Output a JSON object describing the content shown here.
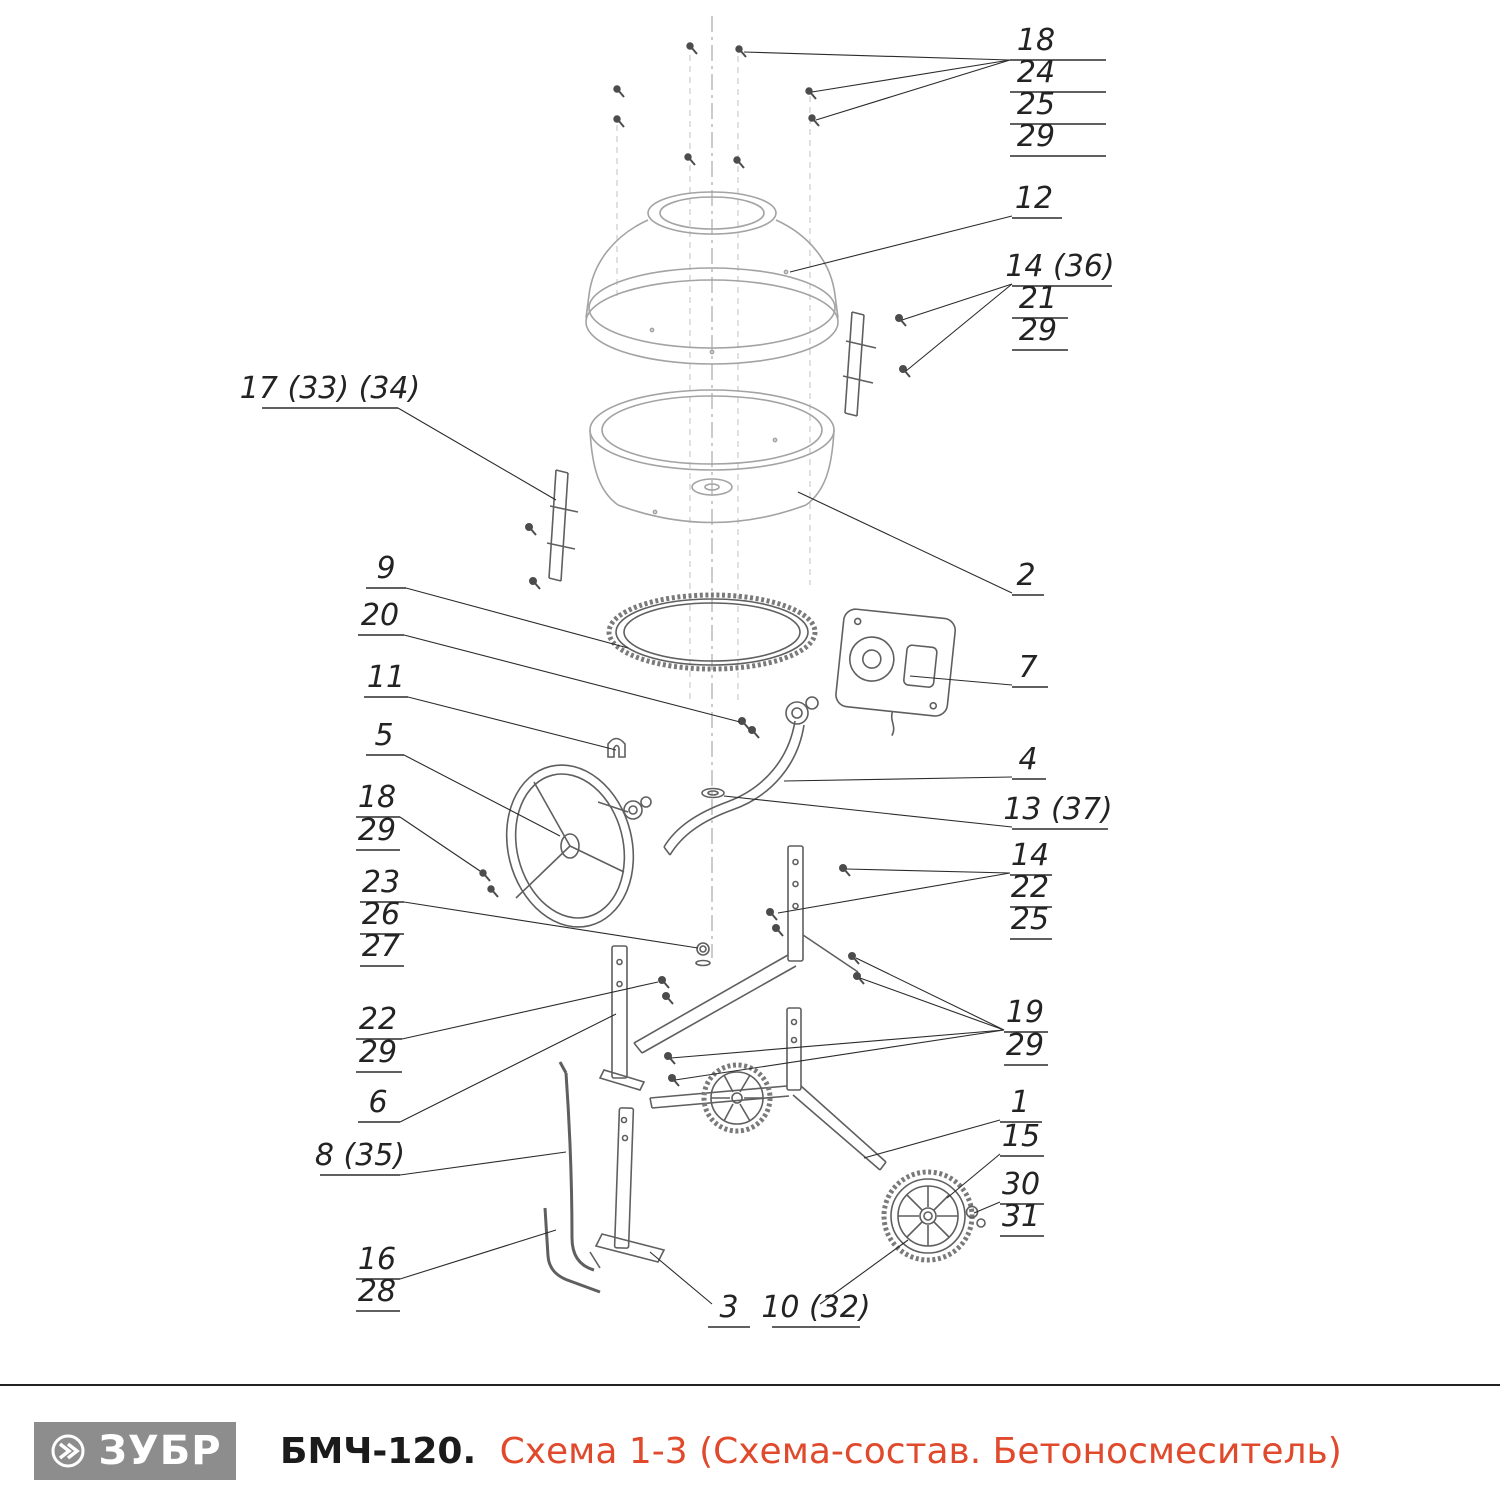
{
  "doc": {
    "brand": "ЗУБР",
    "model": "БМЧ-120.",
    "scheme_title": "Схема 1-3 (Схема-состав. Бетоносмеситель)",
    "accent_color": "#e0492c"
  },
  "callouts": [
    {
      "id": "18-top",
      "text": "18"
    },
    {
      "id": "24",
      "text": "24"
    },
    {
      "id": "25-top",
      "text": "25"
    },
    {
      "id": "29-top",
      "text": "29"
    },
    {
      "id": "12",
      "text": "12"
    },
    {
      "id": "14-36",
      "text": "14 (36)"
    },
    {
      "id": "21",
      "text": "21"
    },
    {
      "id": "29-right-upper",
      "text": "29"
    },
    {
      "id": "17-33-34",
      "text": "17 (33) (34)"
    },
    {
      "id": "2",
      "text": "2"
    },
    {
      "id": "9",
      "text": "9"
    },
    {
      "id": "20",
      "text": "20"
    },
    {
      "id": "11",
      "text": "11"
    },
    {
      "id": "7",
      "text": "7"
    },
    {
      "id": "5",
      "text": "5"
    },
    {
      "id": "4",
      "text": "4"
    },
    {
      "id": "13-37",
      "text": "13 (37)"
    },
    {
      "id": "18-left",
      "text": "18"
    },
    {
      "id": "29-left-upper",
      "text": "29"
    },
    {
      "id": "14-right",
      "text": "14"
    },
    {
      "id": "22-right",
      "text": "22"
    },
    {
      "id": "25-right",
      "text": "25"
    },
    {
      "id": "23",
      "text": "23"
    },
    {
      "id": "26",
      "text": "26"
    },
    {
      "id": "27",
      "text": "27"
    },
    {
      "id": "22-left",
      "text": "22"
    },
    {
      "id": "29-left-lower",
      "text": "29"
    },
    {
      "id": "19",
      "text": "19"
    },
    {
      "id": "29-right-lower",
      "text": "29"
    },
    {
      "id": "6",
      "text": "6"
    },
    {
      "id": "1",
      "text": "1"
    },
    {
      "id": "15",
      "text": "15"
    },
    {
      "id": "8-35",
      "text": "8 (35)"
    },
    {
      "id": "30",
      "text": "30"
    },
    {
      "id": "31",
      "text": "31"
    },
    {
      "id": "16",
      "text": "16"
    },
    {
      "id": "28",
      "text": "28"
    },
    {
      "id": "3",
      "text": "3"
    },
    {
      "id": "10-32",
      "text": "10 (32)"
    }
  ]
}
